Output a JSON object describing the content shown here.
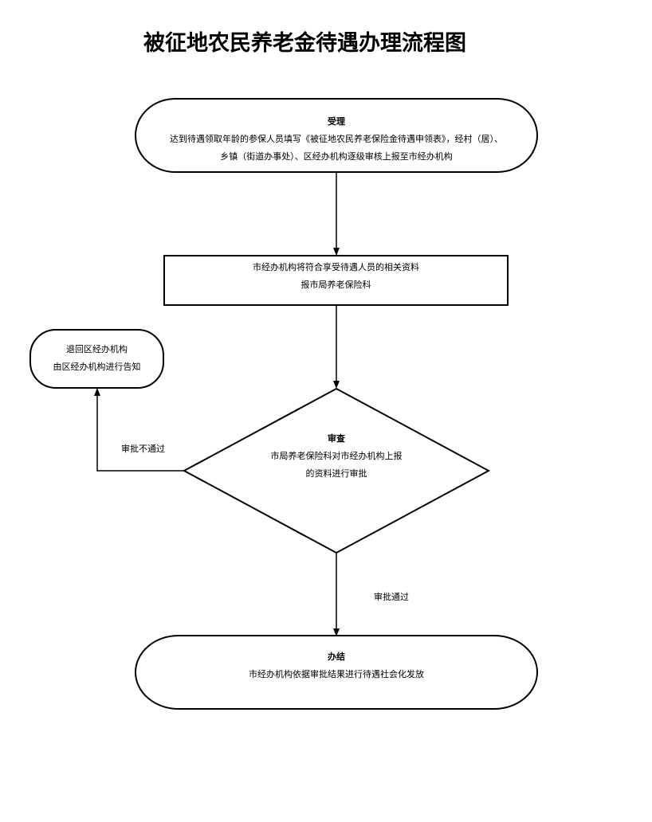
{
  "title": "被征地农民养老金待遇办理流程图",
  "nodes": {
    "accept": {
      "heading": "受理",
      "line1": "达到待遇领取年龄的参保人员填写《被征地农民养老保险金待遇申领表》，经村（居）、",
      "line2": "乡镇（街道办事处）、区经办机构逐级审核上报至市经办机构"
    },
    "submit": {
      "line1": "市经办机构将符合享受待遇人员的相关资料",
      "line2": "报市局养老保险科"
    },
    "review": {
      "heading": "审查",
      "line1": "市局养老保险科对市经办机构上报",
      "line2": "的资料进行审批"
    },
    "return": {
      "line1": "退回区经办机构",
      "line2": "由区经办机构进行告知"
    },
    "complete": {
      "heading": "办结",
      "line1": "市经办机构依据审批结果进行待遇社会化发放"
    }
  },
  "edges": {
    "rejected_label": "审批不通过",
    "approved_label": "审批通过"
  }
}
